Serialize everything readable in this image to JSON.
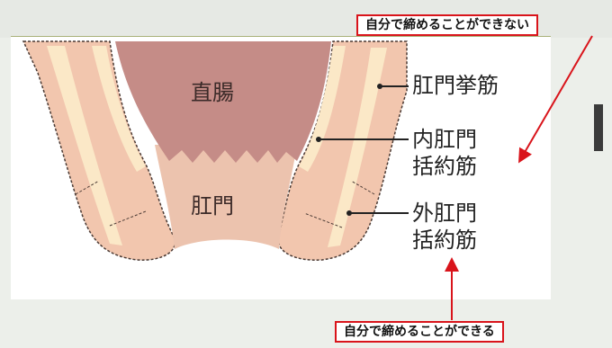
{
  "labels": {
    "rectum": "直腸",
    "anus": "肛門",
    "levator_ani_muscle": "肛門挙筋",
    "internal_sphincter_line1": "内肛門",
    "internal_sphincter_line2": "括約筋",
    "external_sphincter_line1": "外肛門",
    "external_sphincter_line2": "括約筋"
  },
  "callouts": {
    "involuntary": "自分で締めることができない",
    "voluntary": "自分で締めることができる"
  },
  "colors": {
    "muscle_fill": "#f2c6ae",
    "muscle_stripe": "#fbe8c7",
    "rectum_fill": "#c58c87",
    "anal_canal_fill": "#ecc3ae",
    "outline": "#4a3a34",
    "callout_border": "#d9141b",
    "arrow": "#d9141b"
  }
}
